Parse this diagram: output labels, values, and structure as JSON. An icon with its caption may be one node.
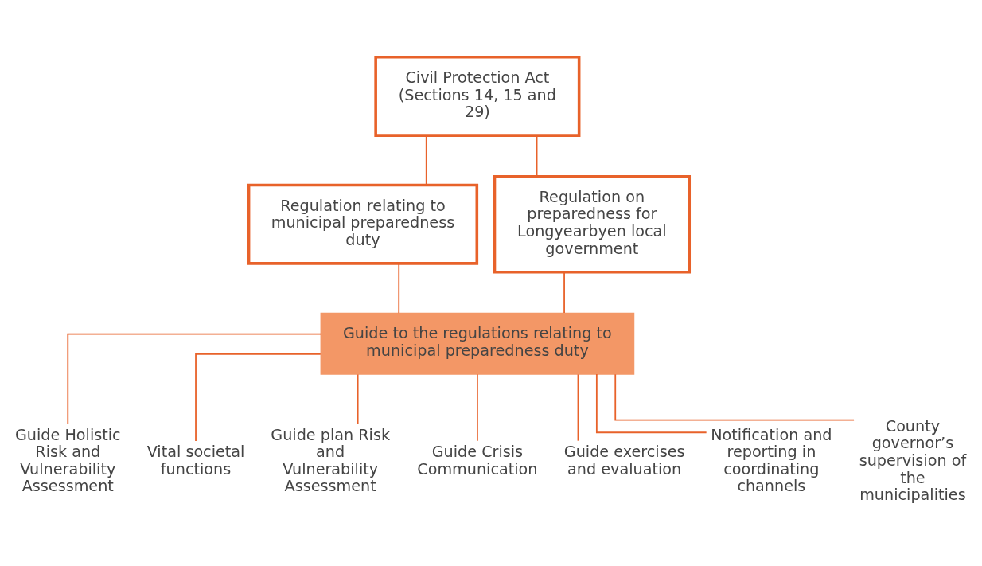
{
  "diagram": {
    "nodes": [
      {
        "text": [
          "Civil Protection Act (Sections 14, 15 and 29)"
        ]
      },
      {
        "text": [
          "Regulation relating to municipal preparedness duty"
        ]
      },
      {
        "text": [
          "Regulation on preparedness for Longyearbyen local government"
        ]
      },
      {
        "text": [
          "Guide to the regulations relating to municipal preparedness duty"
        ]
      },
      {
        "text": [
          "Guide Holistic Risk and Vulnerability Assessment"
        ]
      },
      {
        "text": [
          "Vital societal functions"
        ]
      },
      {
        "text": [
          "Guide plan Risk and Vulnerability Assessment"
        ]
      },
      {
        "text": [
          "Guide Crisis Communication"
        ]
      },
      {
        "text": [
          "Guide exercises and evaluation"
        ]
      },
      {
        "text": [
          "Notification and reporting in coordinating channels"
        ]
      },
      {
        "text": [
          "County governor’s supervision of the municipalities"
        ]
      }
    ],
    "edges": [
      {
        "from": 0,
        "to": 1,
        "arrow": "none"
      },
      {
        "from": 0,
        "to": 2,
        "arrow": "none"
      },
      {
        "from": 1,
        "to": 3,
        "arrow": "none"
      },
      {
        "from": 2,
        "to": 3,
        "arrow": "none"
      },
      {
        "from": 3,
        "to": 4,
        "arrow": "none"
      },
      {
        "from": 3,
        "to": 5,
        "arrow": "none"
      },
      {
        "from": 3,
        "to": 6,
        "arrow": "none"
      },
      {
        "from": 3,
        "to": 7,
        "arrow": "none"
      },
      {
        "from": 3,
        "to": 8,
        "arrow": "none"
      },
      {
        "from": 3,
        "to": 9,
        "arrow": "none"
      },
      {
        "from": 3,
        "to": 10,
        "arrow": "none"
      }
    ]
  }
}
